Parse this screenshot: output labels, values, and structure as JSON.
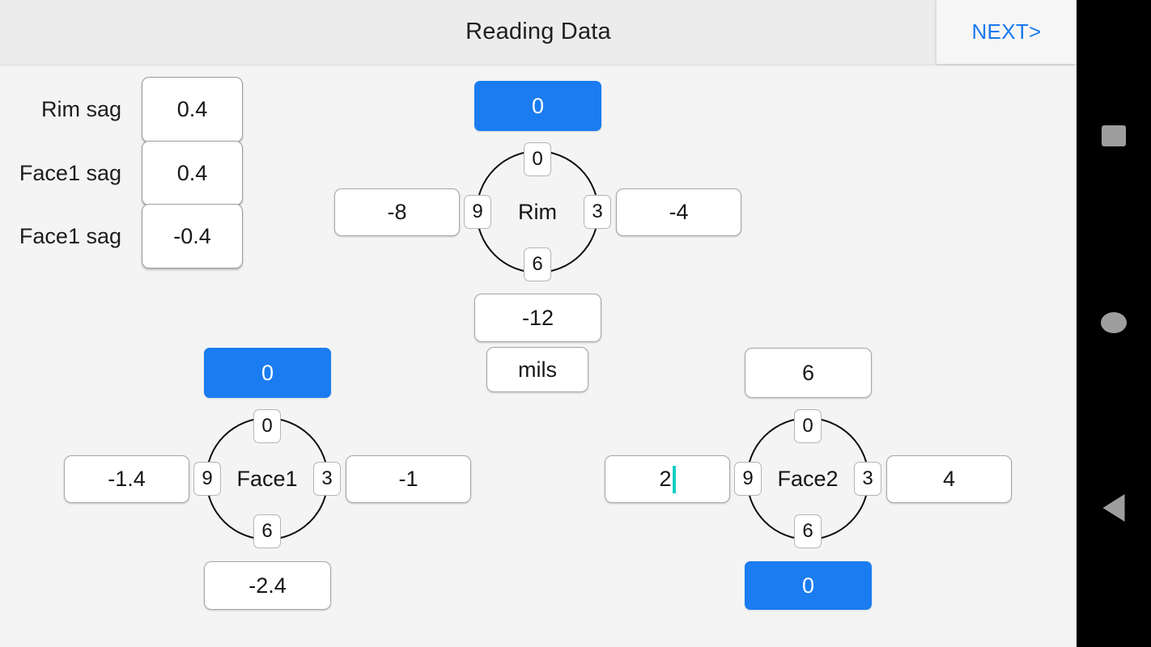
{
  "header": {
    "title": "Reading Data",
    "next_label": "NEXT>"
  },
  "sidebar": {
    "rows": [
      {
        "label": "Rim sag",
        "value": "0.4"
      },
      {
        "label": "Face1 sag",
        "value": "0.4"
      },
      {
        "label": "Face1 sag",
        "value": "-0.4"
      }
    ]
  },
  "units": {
    "value": "mils"
  },
  "dials": [
    {
      "name": "Rim",
      "top": {
        "value": "0",
        "style": "blue"
      },
      "left": {
        "value": "-8",
        "style": "white"
      },
      "right": {
        "value": "-4",
        "style": "white"
      },
      "bottom": {
        "value": "-12",
        "style": "white"
      },
      "ticks": {
        "t0": "0",
        "t3": "3",
        "t6": "6",
        "t9": "9"
      }
    },
    {
      "name": "Face1",
      "top": {
        "value": "0",
        "style": "blue"
      },
      "left": {
        "value": "-1.4",
        "style": "white"
      },
      "right": {
        "value": "-1",
        "style": "white"
      },
      "bottom": {
        "value": "-2.4",
        "style": "white"
      },
      "ticks": {
        "t0": "0",
        "t3": "3",
        "t6": "6",
        "t9": "9"
      }
    },
    {
      "name": "Face2",
      "top": {
        "value": "6",
        "style": "white"
      },
      "left": {
        "value": "2",
        "style": "white",
        "focused": true
      },
      "right": {
        "value": "4",
        "style": "white"
      },
      "bottom": {
        "value": "0",
        "style": "blue"
      },
      "ticks": {
        "t0": "0",
        "t3": "3",
        "t6": "6",
        "t9": "9"
      }
    }
  ],
  "navbar": {
    "recents": "square-recents-icon",
    "home": "circle-home-icon",
    "back": "triangle-back-icon"
  },
  "colors": {
    "accent_blue": "#1a7cf0",
    "link_blue": "#1878f0",
    "caret_teal": "#0fcfc4",
    "header_bg": "#ececec",
    "body_bg": "#f4f4f4",
    "navbar_bg": "#000000"
  }
}
